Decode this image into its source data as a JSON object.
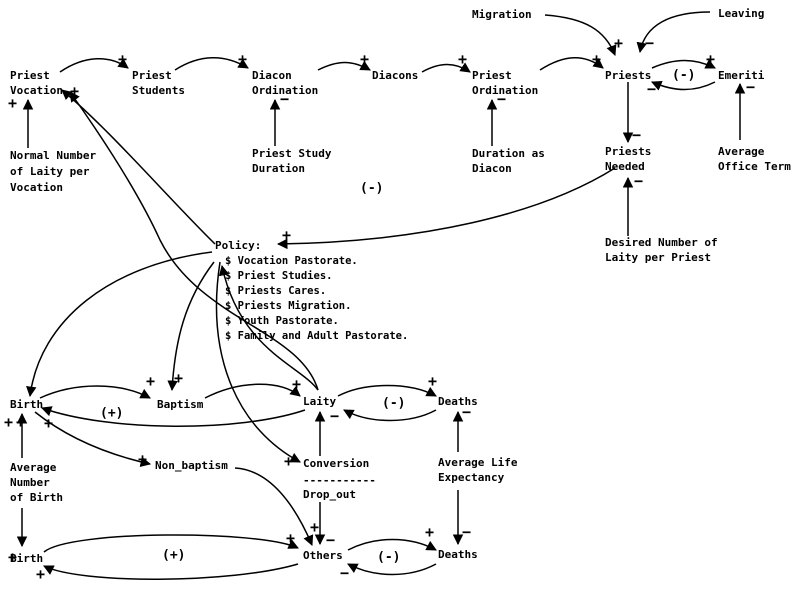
{
  "nodes": {
    "migration": "Migration",
    "leaving": "Leaving",
    "priest_vocation": [
      "Priest",
      "Vocation"
    ],
    "priest_students": [
      "Priest",
      "Students"
    ],
    "diacon_ordination": [
      "Diacon",
      "Ordination"
    ],
    "diacons": "Diacons",
    "priest_ordination": [
      "Priest",
      "Ordination"
    ],
    "priests": "Priests",
    "emeriti": "Emeriti",
    "normal_laity_per_vocation": [
      "Normal Number",
      "of Laity per",
      "Vocation"
    ],
    "priest_study_duration": [
      "Priest Study",
      "Duration"
    ],
    "duration_as_diacon": [
      "Duration as",
      "Diacon"
    ],
    "priests_needed": [
      "Priests",
      "Needed"
    ],
    "average_office_term": [
      "Average",
      "Office Term"
    ],
    "desired_laity_per_priest": [
      "Desired Number of",
      "Laity per Priest"
    ],
    "policy_title": "Policy:",
    "policy_items": [
      "$ Vocation Pastorate.",
      "$ Priest Studies.",
      "$ Priests Cares.",
      "$ Priests Migration.",
      "$ Youth Pastorate.",
      "$ Family and Adult Pastorate."
    ],
    "birth_top": "Birth",
    "baptism": "Baptism",
    "laity": "Laity",
    "deaths_top": "Deaths",
    "non_baptism": "Non_baptism",
    "conversion": "Conversion",
    "divider": "-----------",
    "drop_out": "Drop_out",
    "average_number_of_birth": [
      "Average",
      "Number",
      "of Birth"
    ],
    "average_life_expectancy": [
      "Average Life",
      "Expectancy"
    ],
    "birth_bottom": "Birth",
    "others": "Others",
    "deaths_bottom": "Deaths"
  },
  "loops": {
    "priests_emeriti": "(-)",
    "upper_chain": "(-)",
    "birth_baptism_laity": "(+)",
    "laity_deaths": "(-)",
    "birth_others": "(+)",
    "others_deaths": "(-)"
  },
  "polarity": {
    "plus": "+",
    "minus": "−"
  }
}
